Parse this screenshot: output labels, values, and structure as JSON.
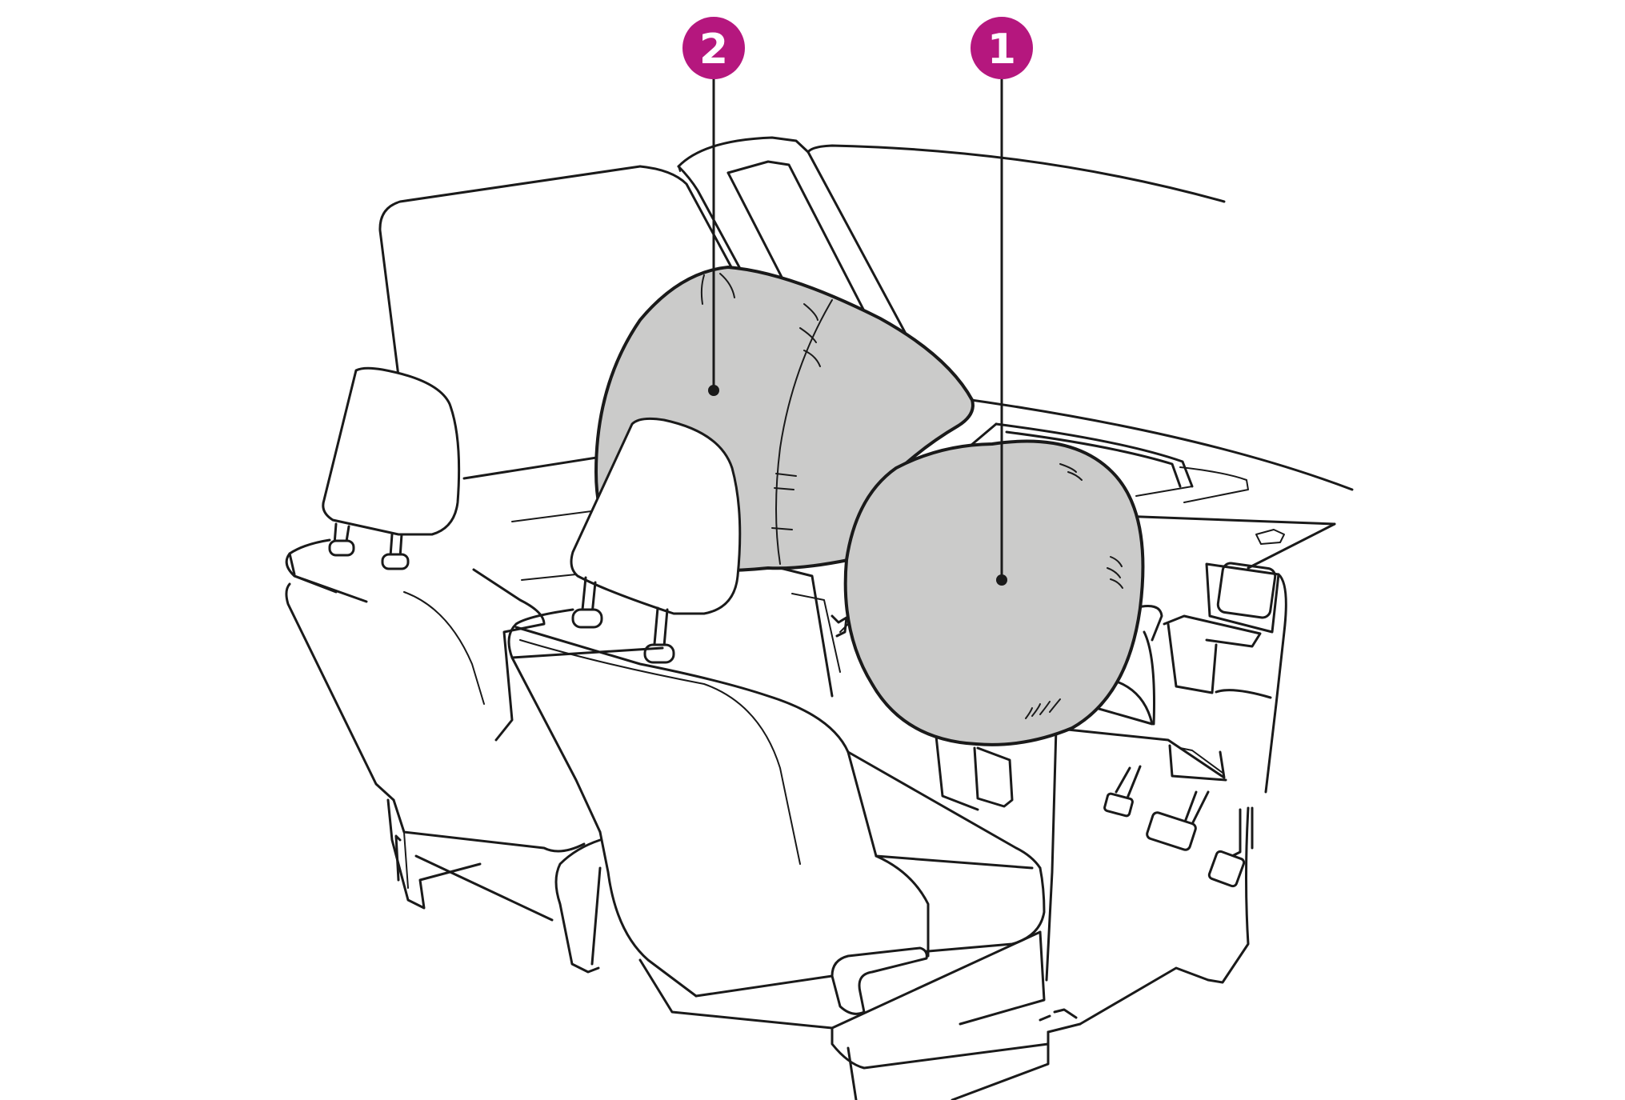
{
  "colors": {
    "callout_badge": "#B5177E",
    "airbag_fill": "#CBCBCA",
    "line": "#1A1A1A",
    "background": "#FFFFFF"
  },
  "callouts": [
    {
      "label": "1",
      "target": "driver-airbag"
    },
    {
      "label": "2",
      "target": "passenger-airbag"
    }
  ]
}
